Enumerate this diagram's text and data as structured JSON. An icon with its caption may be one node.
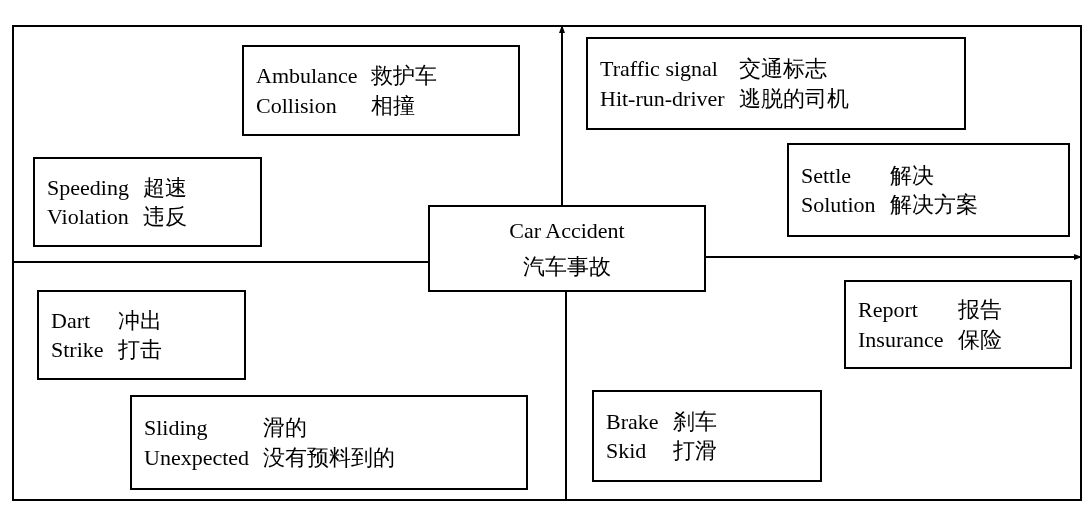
{
  "diagram": {
    "nodes": [
      {
        "text": [],
        "shape": "box"
      },
      {
        "text": [
          "Ambulance",
          "救护车",
          "Collision",
          "相撞"
        ],
        "in": 0
      },
      {
        "text": [
          "Traffic signal",
          "交通标志",
          "Hit-run-driver",
          "逃脱的司机"
        ],
        "in": 0
      },
      {
        "text": [
          "Speeding",
          "超速",
          "Violation",
          "违反"
        ],
        "in": 0
      },
      {
        "text": [
          "Settle",
          "解决",
          "Solution",
          "解决方案"
        ],
        "in": 0
      },
      {
        "text": [
          "Car Accident",
          "汽车事故"
        ],
        "in": 0
      },
      {
        "text": [
          "Dart",
          "冲出",
          "Strike",
          "打击"
        ],
        "in": 0
      },
      {
        "text": [
          "Report",
          "报告",
          "Insurance",
          "保险"
        ],
        "in": 0
      },
      {
        "text": [
          "Sliding",
          "滑的",
          "Unexpected",
          "没有预料到的"
        ],
        "in": 0
      },
      {
        "text": [
          "Brake",
          "刹车",
          "Skid",
          "打滑"
        ],
        "in": 0
      }
    ],
    "edges": [
      {
        "from": 5,
        "to": 0,
        "arrow": "to"
      },
      {
        "from": 5,
        "to": 0,
        "arrow": "to"
      },
      {
        "from": 5,
        "to": 0,
        "arrow": "none"
      },
      {
        "from": 5,
        "to": 0,
        "arrow": "none"
      }
    ]
  }
}
